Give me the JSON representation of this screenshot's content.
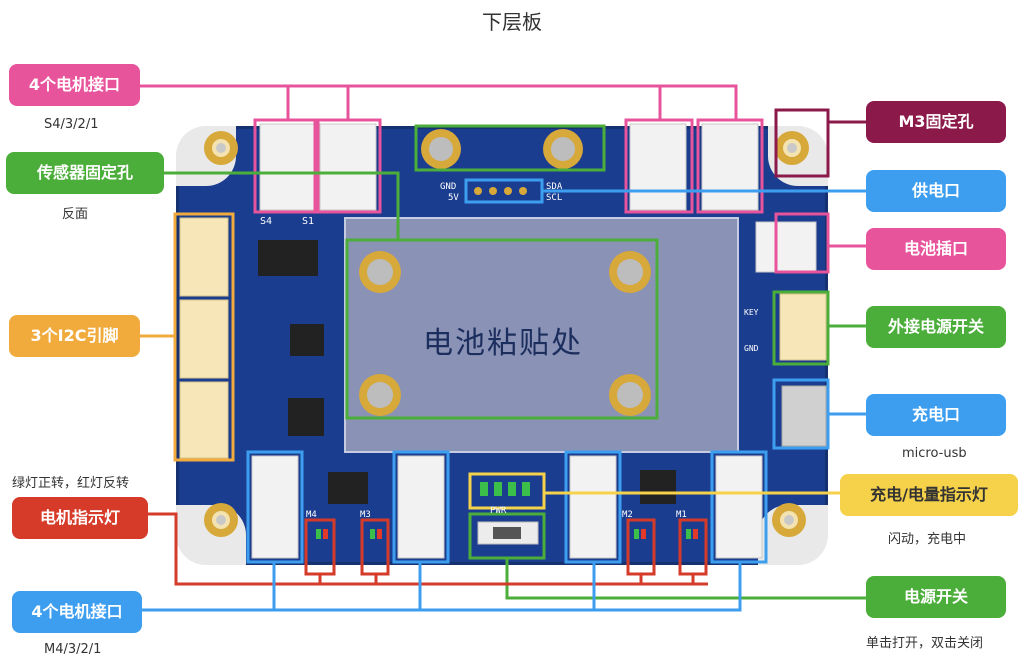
{
  "title": "下层板",
  "board": {
    "battery_area": "电池粘贴处",
    "silk_s4": "S4",
    "silk_s1": "S1",
    "silk_gnd": "GND",
    "silk_5v": "5V",
    "silk_sda": "SDA",
    "silk_scl": "SCL",
    "silk_key": "KEY",
    "silk_gnd2": "GND",
    "silk_pwr": "PWR",
    "silk_m4": "M4",
    "silk_m3": "M3",
    "silk_m2": "M2",
    "silk_m1": "M1"
  },
  "labels": {
    "motor_top": {
      "text": "4个电机接口",
      "sub": "S4/3/2/1",
      "color": "#e8549c"
    },
    "sensor_hole": {
      "text": "传感器固定孔",
      "sub": "反面",
      "color": "#4cae3a"
    },
    "i2c": {
      "text": "3个I2C引脚",
      "color": "#f0ab3c"
    },
    "motor_led": {
      "text": "电机指示灯",
      "note": "绿灯正转，红灯反转",
      "color": "#d63b2a"
    },
    "motor_bottom": {
      "text": "4个电机接口",
      "sub": "M4/3/2/1",
      "color": "#3d9ef0"
    },
    "m3_hole": {
      "text": "M3固定孔",
      "color": "#8b1a4a"
    },
    "power_port": {
      "text": "供电口",
      "color": "#3d9ef0"
    },
    "battery_socket": {
      "text": "电池插口",
      "color": "#e8549c"
    },
    "ext_power_switch": {
      "text": "外接电源开关",
      "color": "#4cae3a"
    },
    "charge_port": {
      "text": "充电口",
      "sub": "micro-usb",
      "color": "#3d9ef0"
    },
    "charge_indicator": {
      "text": "充电/电量指示灯",
      "sub": "闪动，充电中",
      "color": "#f5d24a"
    },
    "power_switch": {
      "text": "电源开关",
      "sub": "单击打开，双击关闭",
      "color": "#4cae3a"
    }
  }
}
